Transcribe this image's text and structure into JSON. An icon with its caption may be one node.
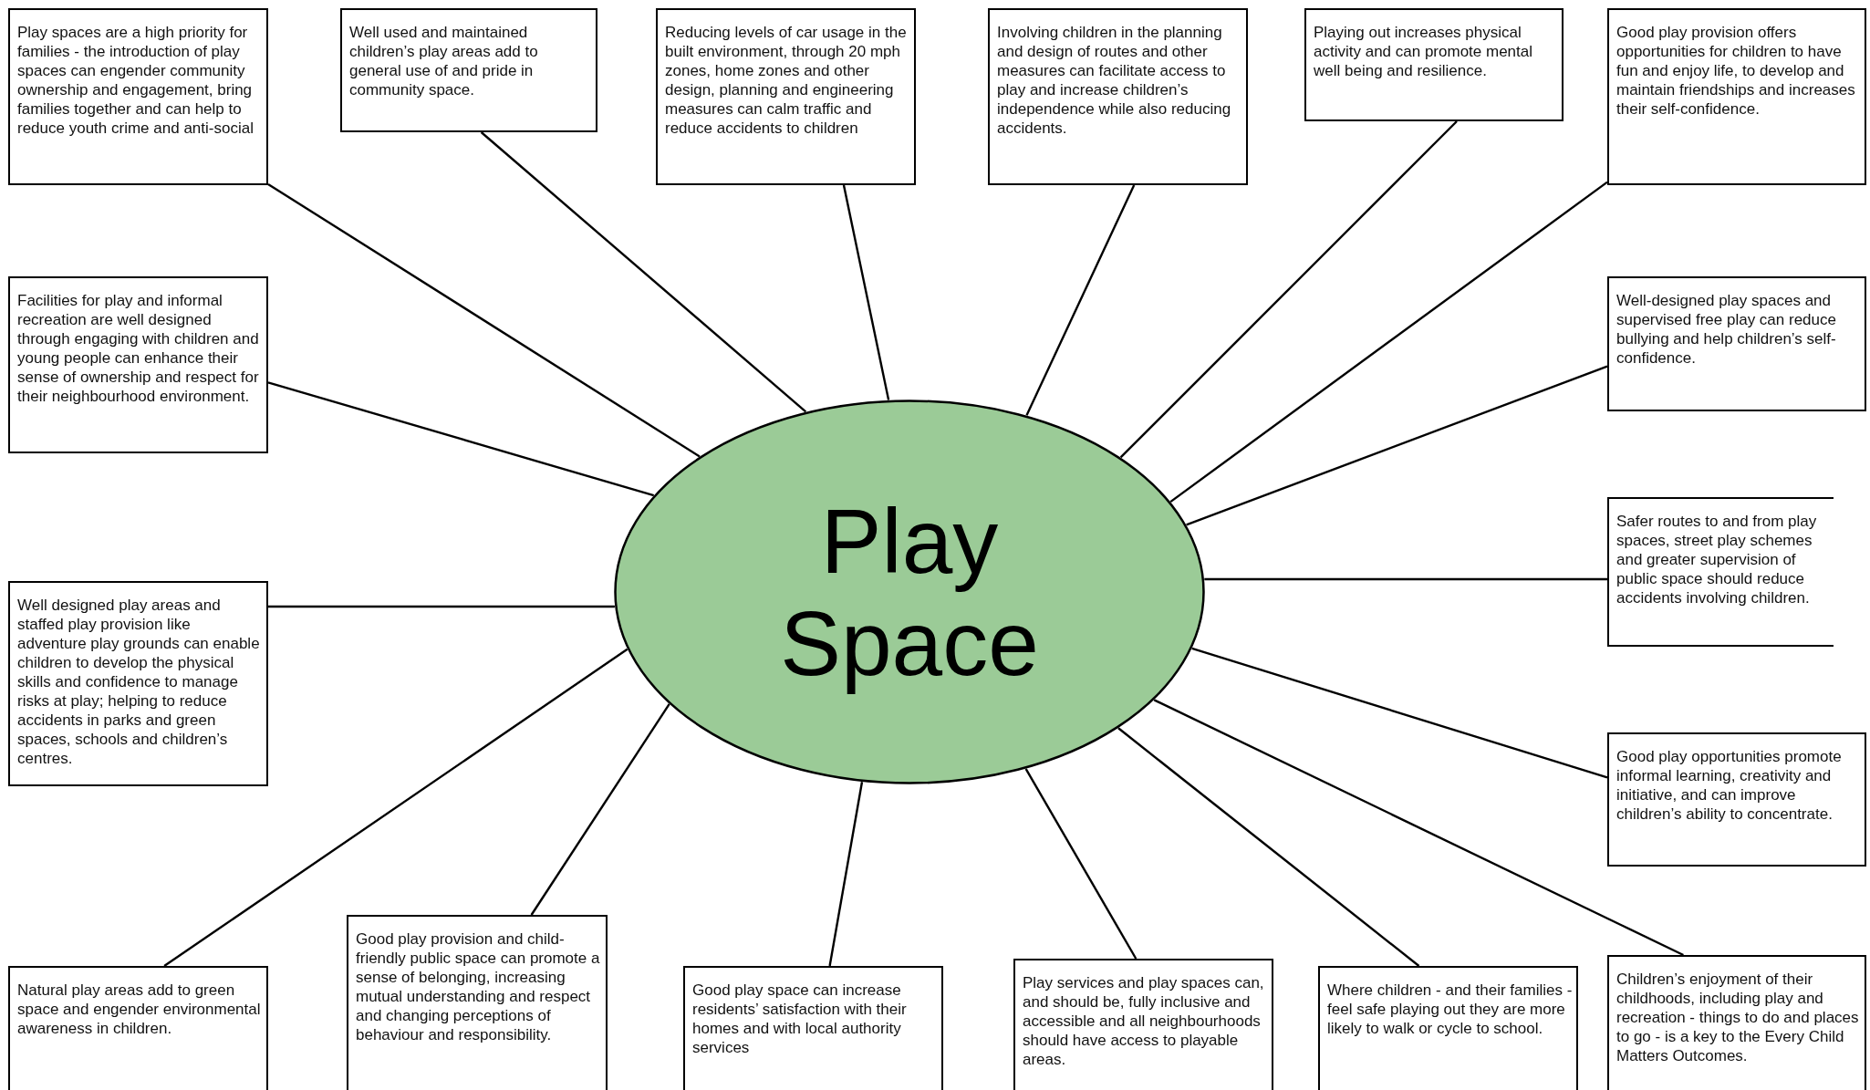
{
  "diagram": {
    "nodes": [
      {
        "text": [
          "Play Space"
        ]
      },
      {
        "text": [
          "Play spaces are a high priority for families - the introduction of play spaces can engender community ownership and engagement, bring families together and can help to reduce youth crime and anti-social"
        ]
      },
      {
        "text": [
          "Well used and maintained children’s play areas add to general use of and pride in community space."
        ]
      },
      {
        "text": [
          "Reducing levels of car usage in the built environment, through 20 mph zones, home zones and other design, planning and engineering measures can calm traffic and reduce accidents to children"
        ]
      },
      {
        "text": [
          "Involving children in the planning and design of routes and other measures can facilitate access to play and increase children’s independence while also reducing accidents."
        ]
      },
      {
        "text": [
          "Playing out increases physical activity and can promote mental well being and resilience."
        ]
      },
      {
        "text": [
          "Good play provision offers opportunities  for children to have fun and enjoy life, to develop and maintain friendships and increases their self-confidence."
        ]
      },
      {
        "text": [
          "Facilities for play and informal recreation are well designed through engaging with children and young people can enhance their sense of ownership and respect for their neighbourhood environment."
        ]
      },
      {
        "text": [
          "Well-designed play spaces and supervised free play can reduce bullying and help children’s self-confidence."
        ]
      },
      {
        "text": [
          "Safer routes to and from play spaces, street play schemes and greater supervision of public space should reduce accidents involving children."
        ]
      },
      {
        "text": [
          "Well designed play areas and staffed play provision like adventure play grounds can enable children to develop the physical skills and confidence to manage risks at play; helping to reduce accidents in parks and green spaces, schools and children’s centres."
        ]
      },
      {
        "text": [
          "Good play opportunities promote informal learning, creativity and initiative, and can improve children’s ability to concentrate."
        ]
      },
      {
        "text": [
          "Natural play areas add to green space and engender environmental awareness in children."
        ]
      },
      {
        "text": [
          "Good play provision and child-friendly public space can promote a sense of belonging, increasing mutual understanding and respect and changing perceptions of behaviour and responsibility."
        ]
      },
      {
        "text": [
          "Good play space can increase residents’ satisfaction with their homes and with local authority services"
        ]
      },
      {
        "text": [
          "Play services and play spaces can, and should be, fully inclusive and accessible and all neighbourhoods should have access to playable areas."
        ]
      },
      {
        "text": [
          "Where children - and their families - feel safe playing out they are more likely to walk or cycle to school."
        ]
      },
      {
        "text": [
          "Children’s enjoyment of their childhoods, including play and recreation - things to do and places to go - is a key to the Every Child Matters Outcomes."
        ]
      }
    ],
    "edges": [
      {
        "from": 1,
        "to": 0,
        "arrow": "none"
      },
      {
        "from": 2,
        "to": 0,
        "arrow": "none"
      },
      {
        "from": 3,
        "to": 0,
        "arrow": "none"
      },
      {
        "from": 4,
        "to": 0,
        "arrow": "none"
      },
      {
        "from": 5,
        "to": 0,
        "arrow": "none"
      },
      {
        "from": 6,
        "to": 0,
        "arrow": "none"
      },
      {
        "from": 7,
        "to": 0,
        "arrow": "none"
      },
      {
        "from": 8,
        "to": 0,
        "arrow": "none"
      },
      {
        "from": 9,
        "to": 0,
        "arrow": "none"
      },
      {
        "from": 10,
        "to": 0,
        "arrow": "none"
      },
      {
        "from": 11,
        "to": 0,
        "arrow": "none"
      },
      {
        "from": 12,
        "to": 0,
        "arrow": "none"
      },
      {
        "from": 13,
        "to": 0,
        "arrow": "none"
      },
      {
        "from": 14,
        "to": 0,
        "arrow": "none"
      },
      {
        "from": 15,
        "to": 0,
        "arrow": "none"
      },
      {
        "from": 16,
        "to": 0,
        "arrow": "none"
      },
      {
        "from": 17,
        "to": 0,
        "arrow": "none"
      }
    ]
  }
}
